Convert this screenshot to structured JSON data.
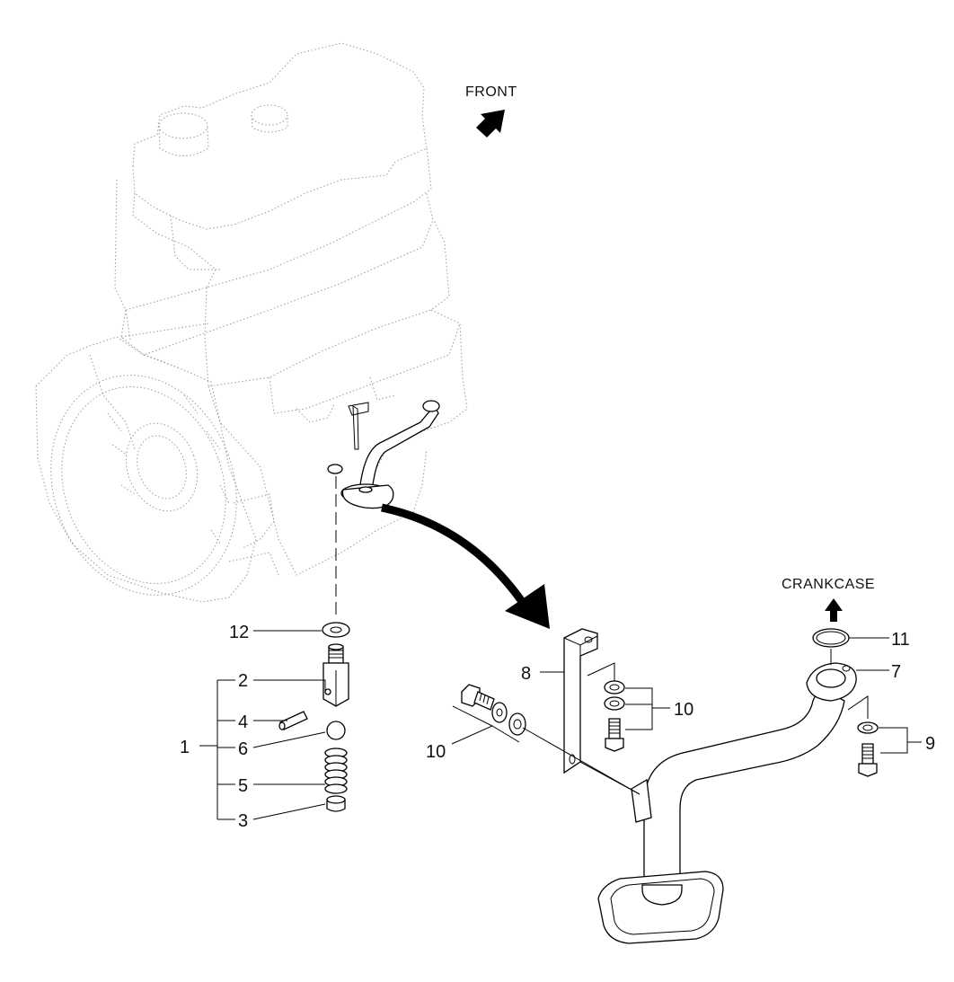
{
  "captions": {
    "front": "FRONT",
    "crankcase": "CRANKCASE"
  },
  "callouts": {
    "c1": "1",
    "c2": "2",
    "c3": "3",
    "c4": "4",
    "c5": "5",
    "c6": "6",
    "c7": "7",
    "c8": "8",
    "c9": "9",
    "c10a": "10",
    "c10b": "10",
    "c11": "11",
    "c12": "12"
  }
}
